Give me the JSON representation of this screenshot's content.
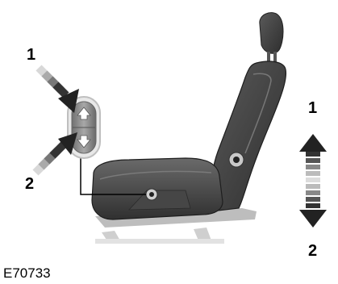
{
  "labels": {
    "left_top": "1",
    "left_bottom": "2",
    "right_top": "1",
    "right_bottom": "2"
  },
  "figure_id": "E70733",
  "colors": {
    "seat_dark": "#3a3a3a",
    "seat_mid": "#555555",
    "seat_light": "#8a8a8a",
    "switch_gray": "#8c8c8c",
    "arrow_black": "#222222",
    "base_light": "#d9d9d9"
  },
  "icons": {
    "up_arrow": "up-arrow-icon",
    "down_arrow": "down-arrow-icon",
    "height_adjust": "up-down-arrow-icon"
  }
}
